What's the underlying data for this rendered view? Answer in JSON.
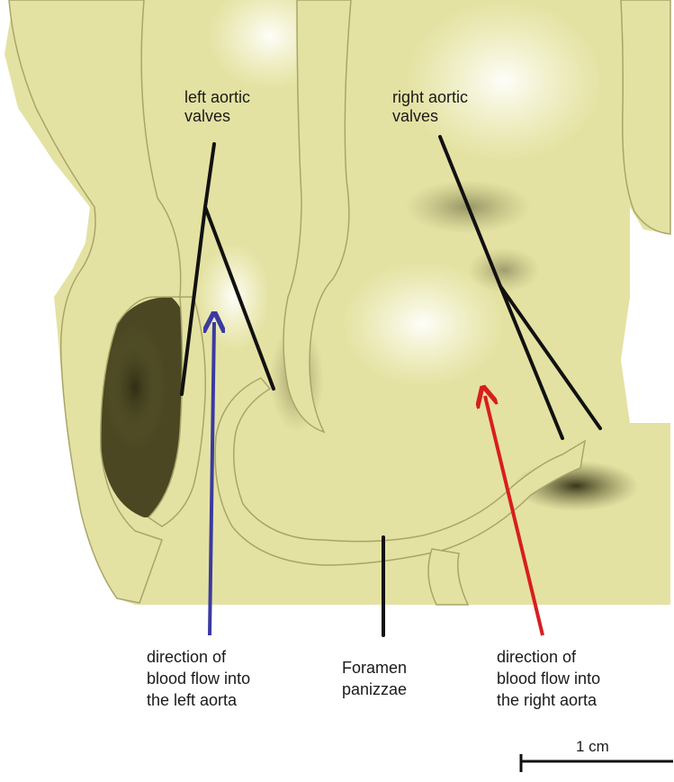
{
  "labels": {
    "left_aortic_valves": [
      "left aortic",
      "valves"
    ],
    "right_aortic_valves": [
      "right aortic",
      "valves"
    ],
    "left_flow": [
      "direction of",
      "blood flow into",
      "the left aorta"
    ],
    "foramen": [
      "Foramen",
      "panizzae"
    ],
    "right_flow": [
      "direction of",
      "blood flow into",
      "the right aorta"
    ]
  },
  "scale_bar": {
    "label": "1 cm"
  },
  "colors": {
    "tissue": "#e4e2a2",
    "tissue_dark": "#3c3a1c",
    "tissue_mid": "#a8a56a",
    "tissue_light": "#fbfbe4",
    "left_arrow": "#3a3aa0",
    "right_arrow": "#d81e1e",
    "pointer": "#111111"
  }
}
